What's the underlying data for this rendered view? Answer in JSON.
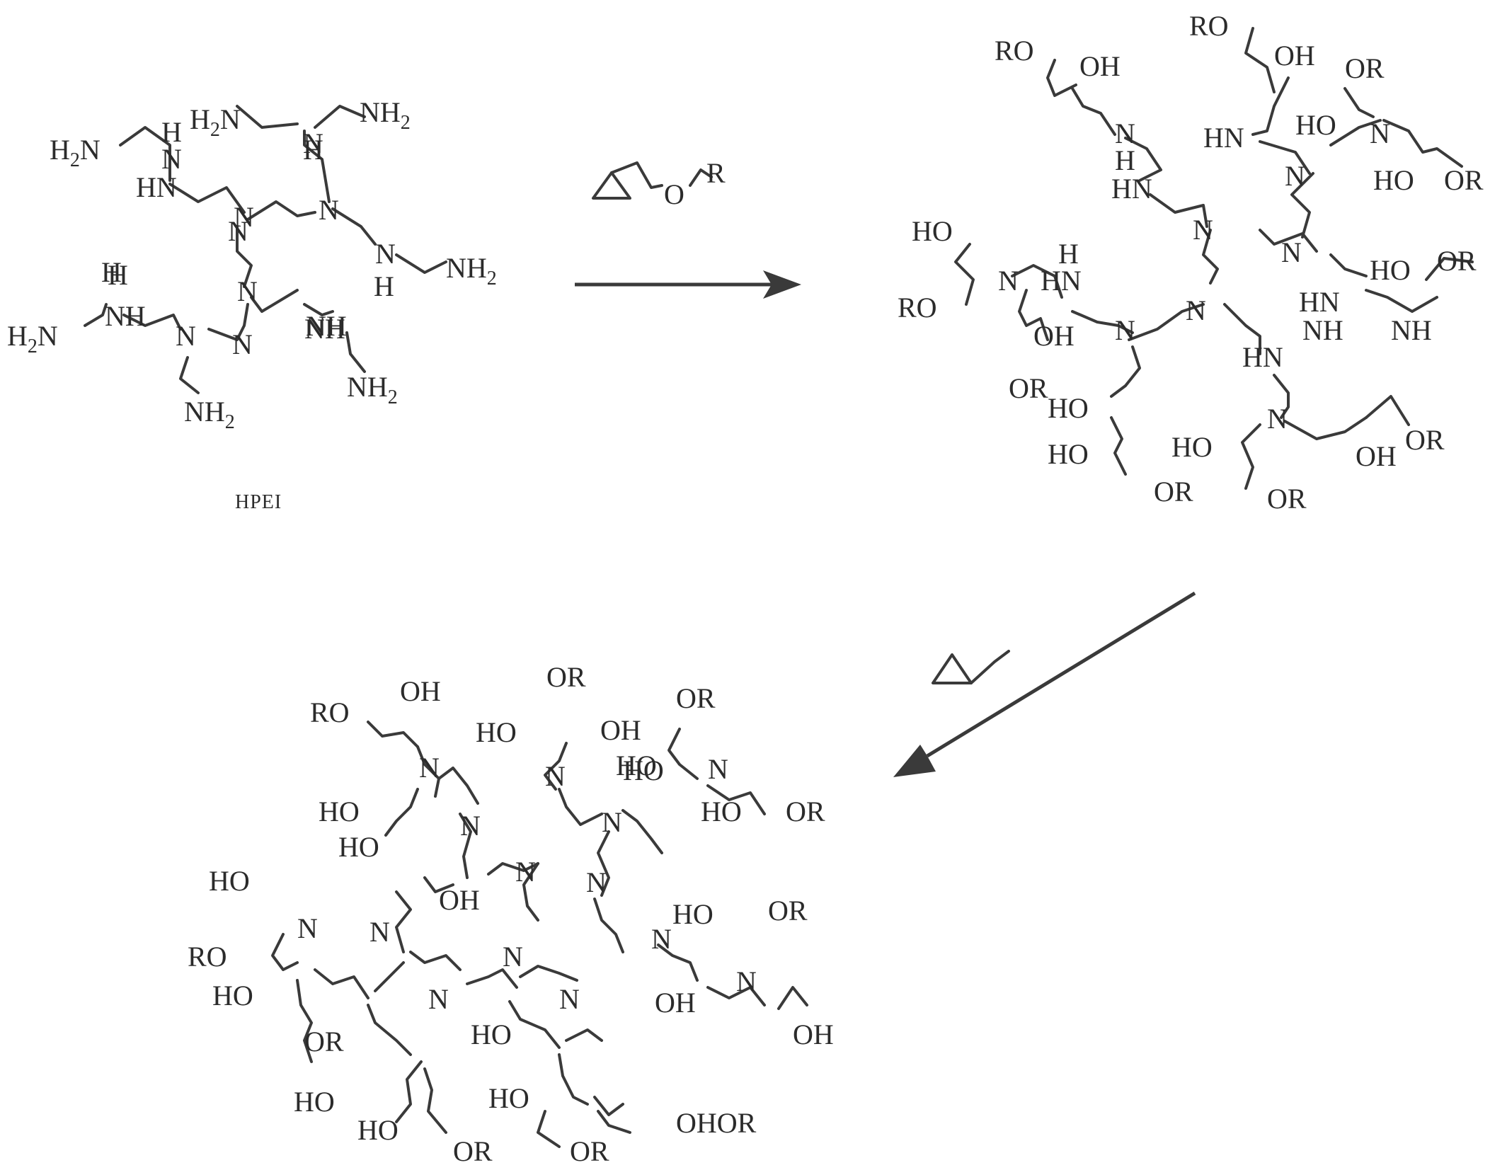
{
  "hpei": {
    "caption": "HPEI",
    "labels": [
      "H",
      "N",
      "H",
      "N",
      "HN",
      "N",
      "N",
      "N",
      "H",
      "NH",
      "H",
      "N",
      "N",
      "NH",
      "H",
      "N",
      "NH",
      "N"
    ],
    "sub_labels": [
      {
        "base": "H",
        "sub": "2",
        "tail": "N"
      },
      {
        "base": "H",
        "sub": "2",
        "tail": "N"
      },
      {
        "base": "NH",
        "sub": "2",
        "tail": ""
      },
      {
        "base": "NH",
        "sub": "2",
        "tail": ""
      },
      {
        "base": "H",
        "sub": "2",
        "tail": "N"
      },
      {
        "base": "NH",
        "sub": "2",
        "tail": ""
      },
      {
        "base": "NH",
        "sub": "2",
        "tail": ""
      }
    ]
  },
  "reagents": {
    "glycidyl_ether": {
      "o": "O",
      "r": "R"
    }
  },
  "product_1": {
    "labels": [
      "RO",
      "OH",
      "RO",
      "OH",
      "OR",
      "HO",
      "HN",
      "N",
      "H",
      "OR",
      "HO",
      "HN",
      "N",
      "N",
      "N",
      "HO",
      "H",
      "OR",
      "HO",
      "N",
      "N",
      "HN",
      "RO",
      "N",
      "N",
      "NH",
      "OH",
      "HN",
      "NH",
      "OR",
      "HN",
      "N",
      "OR",
      "HO",
      "HO",
      "OH",
      "HO",
      "OR",
      "OR"
    ]
  },
  "product_2": {
    "labels": [
      "OH",
      "OR",
      "RO",
      "OR",
      "HO",
      "OH",
      "N",
      "HO",
      "N",
      "HO",
      "HO",
      "OR",
      "N",
      "HO",
      "N",
      "OH",
      "HO",
      "N",
      "N",
      "OR",
      "HO",
      "HO",
      "N",
      "N",
      "N",
      "RO",
      "N",
      "OH",
      "N",
      "HO",
      "N",
      "OH",
      "N",
      "HO",
      "OR",
      "N",
      "HO",
      "HO",
      "OHOR",
      "HO",
      "OR",
      "OR"
    ]
  }
}
